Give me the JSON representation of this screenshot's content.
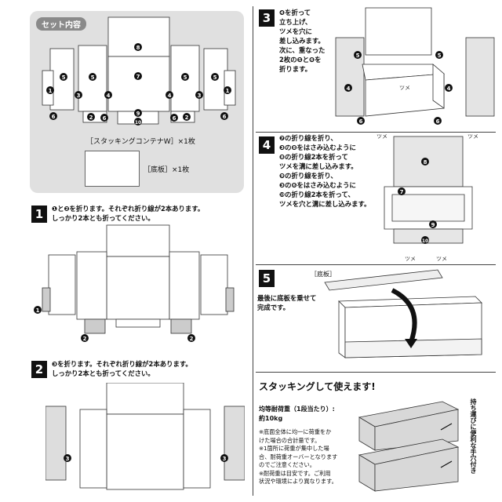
{
  "set": {
    "label": "セット内容",
    "container_caption": "［スタッキングコンテナW］×1枚",
    "board_caption": "［底板］×1枚",
    "markers": [
      "5",
      "5",
      "5",
      "5",
      "1",
      "1",
      "3",
      "3",
      "4",
      "4",
      "2",
      "2",
      "6",
      "6",
      "6",
      "6",
      "7",
      "8",
      "9",
      "10"
    ]
  },
  "step1": {
    "num": "1",
    "lines": [
      "❶と❷を折ります。それぞれ折り線が2本あります。",
      "しっかり2本とも折ってください。"
    ],
    "markers": [
      "1",
      "2",
      "2"
    ]
  },
  "step2": {
    "num": "2",
    "lines": [
      "❸を折ります。それぞれ折り線が2本あります。",
      "しっかり2本とも折ってください。"
    ],
    "markers": [
      "3",
      "3"
    ]
  },
  "step3": {
    "num": "3",
    "lines": [
      "❹を折って",
      "立ち上げ、",
      "ツメを穴に",
      "差し込みます。",
      "次に、重なった",
      "2枚の❺と❻を",
      "折ります。"
    ],
    "markers": [
      "5",
      "5",
      "4",
      "4",
      "6",
      "6"
    ],
    "label_tsume": "ツメ"
  },
  "step4": {
    "num": "4",
    "lines": [
      "❼の折り線を折り、",
      "❸の❽をはさみ込むように",
      "❽の折り線2本を折って",
      "ツメを溝に差し込みます。",
      "❾の折り線を折り、",
      "❸の❻をはさみ込むように",
      "❿の折り線2本を折って、",
      "ツメを穴と溝に差し込みます。"
    ],
    "markers": [
      "8",
      "7",
      "9",
      "10"
    ],
    "label_tsume": "ツメ"
  },
  "step5": {
    "num": "5",
    "lines": [
      "最後に底板を乗せて",
      "完成です。"
    ],
    "board_label": "［底板］"
  },
  "stacking": {
    "title": "スタッキングして使えます!",
    "load_title": "均等耐荷重（1段当たり）:",
    "load_value": "約10kg",
    "notes": [
      "※底面全体に均一に荷重をか",
      "けた場合の合計量です。",
      "※1箇所に荷重が集中した場",
      "合、耐荷重オーバーとなります",
      "のでご注意ください。",
      "※耐荷重は目安です。ご利用",
      "状況や環境により異なります。"
    ],
    "side_note": "持ち運びに便利な手穴付き"
  }
}
